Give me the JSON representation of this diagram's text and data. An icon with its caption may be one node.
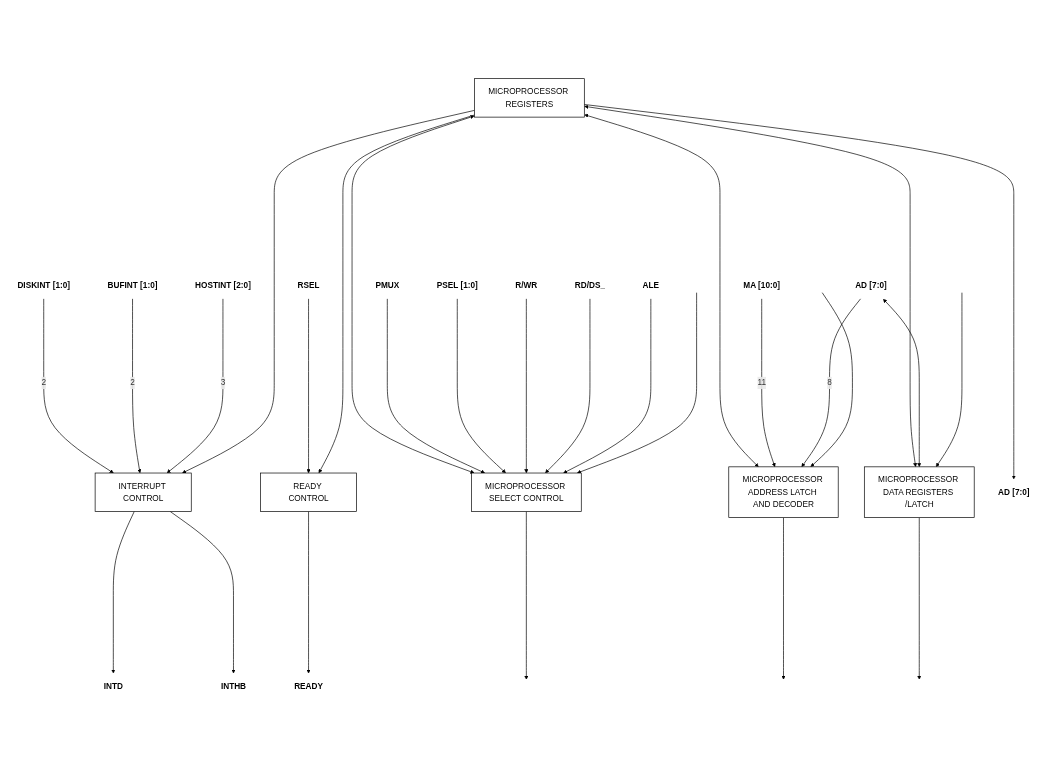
{
  "diagram": {
    "nodes": [
      {
        "text": [
          "INTERRUPT CONTROL"
        ]
      },
      {
        "text": [
          "READY CONTROL"
        ]
      },
      {
        "text": [
          "MICROPROCESSOR REGISTERS"
        ]
      },
      {
        "text": [
          "MICROPROCESSOR SELECT CONTROL"
        ]
      },
      {
        "text": [
          "MICROPROCESSOR ADDRESS LATCH AND DECODER"
        ]
      },
      {
        "text": [
          "MICROPROCESSOR DATA REGISTERS /LATCH"
        ]
      },
      {
        "text": [
          "DISKINT [1:0]"
        ]
      },
      {
        "text": [
          "BUFINT [1:0]"
        ]
      },
      {
        "text": [
          "HOSTINT [2:0]"
        ]
      },
      {
        "text": [
          "INTD"
        ]
      },
      {
        "text": [
          "INTHB"
        ]
      },
      {
        "text": [
          "RSEL"
        ]
      },
      {
        "text": [
          "READY"
        ]
      },
      {
        "text": [
          "AD [7:0]"
        ]
      },
      {
        "text": [
          "PMUX"
        ]
      },
      {
        "text": [
          "PSEL [1:0]"
        ]
      },
      {
        "text": [
          "R/WR"
        ]
      },
      {
        "text": [
          "RD/DS_"
        ]
      },
      {
        "text": [
          "ALE"
        ]
      },
      {
        "text": [
          "MA [10:0]"
        ]
      },
      {
        "text": [
          "AD [7:0]"
        ]
      }
    ],
    "edges": [
      {
        "from": 6,
        "to": 0,
        "arrow": "to",
        "label": "2"
      },
      {
        "from": 7,
        "to": 0,
        "arrow": "to",
        "label": "2"
      },
      {
        "from": 8,
        "to": 0,
        "arrow": "to",
        "label": "3"
      },
      {
        "from": 0,
        "to": 9,
        "arrow": "to"
      },
      {
        "from": 0,
        "to": 10,
        "arrow": "to"
      },
      {
        "from": 2,
        "to": 0,
        "arrow": "to"
      },
      {
        "from": 11,
        "to": 1,
        "arrow": "to"
      },
      {
        "from": 1,
        "to": 12,
        "arrow": "to"
      },
      {
        "from": 2,
        "to": 1,
        "arrow": "to"
      },
      {
        "from": 2,
        "to": 13,
        "arrow": "to"
      },
      {
        "from": 2,
        "to": 3,
        "arrow": "both"
      },
      {
        "from": 14,
        "to": 3,
        "arrow": "to"
      },
      {
        "from": 15,
        "to": 3,
        "arrow": "to"
      },
      {
        "from": 16,
        "to": 3,
        "arrow": "to"
      },
      {
        "from": 17,
        "to": 3,
        "arrow": "to"
      },
      {
        "from": 18,
        "to": 3,
        "arrow": "to"
      },
      {
        "from": null,
        "to": 3,
        "arrow": "to"
      },
      {
        "from": 3,
        "to": null,
        "arrow": "to"
      },
      {
        "from": 2,
        "to": 4,
        "arrow": "both"
      },
      {
        "from": 19,
        "to": 4,
        "arrow": "to",
        "label": "11"
      },
      {
        "from": 20,
        "to": 4,
        "arrow": "to",
        "label": "8"
      },
      {
        "from": null,
        "to": 4,
        "arrow": "to"
      },
      {
        "from": 4,
        "to": null,
        "arrow": "to"
      },
      {
        "from": 2,
        "to": 5,
        "arrow": "both"
      },
      {
        "from": 20,
        "to": 5,
        "arrow": "both"
      },
      {
        "from": null,
        "to": 5,
        "arrow": "to"
      },
      {
        "from": 5,
        "to": null,
        "arrow": "to"
      }
    ]
  }
}
